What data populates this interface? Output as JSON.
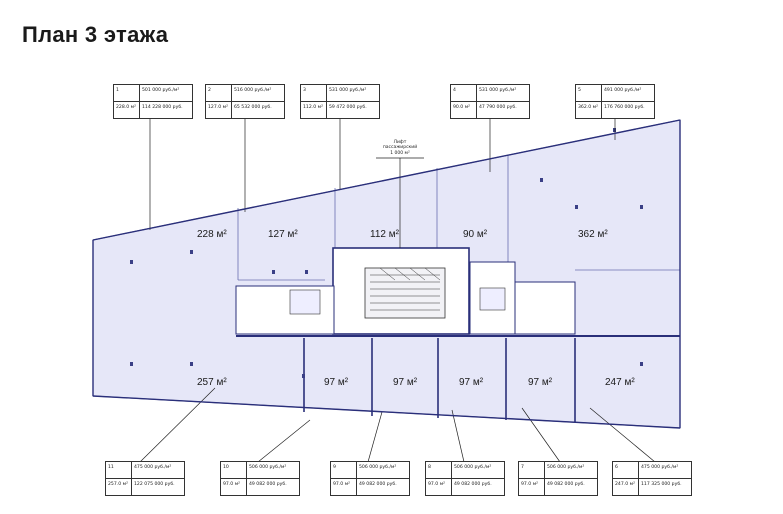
{
  "title": "План 3 этажа",
  "lift_note": {
    "line1": "Лифт",
    "line2": "пассажирский",
    "line3": "1 000 м²"
  },
  "areas": {
    "a1": "228 м²",
    "a2": "127 м²",
    "a3": "112 м²",
    "a4": "90 м²",
    "a5": "362 м²",
    "a6": "257 м²",
    "a7": "97 м²",
    "a8": "97 м²",
    "a9": "97 м²",
    "a10": "97 м²",
    "a11": "247 м²"
  },
  "cards_top": [
    {
      "num": "1",
      "price": "501 000 руб./м²",
      "area": "228.0 м²",
      "total": "114 228 000 руб."
    },
    {
      "num": "2",
      "price": "516 000 руб./м²",
      "area": "127.0 м²",
      "total": "65 532 000 руб."
    },
    {
      "num": "3",
      "price": "531 000 руб./м²",
      "area": "112.0 м²",
      "total": "59 472 000 руб."
    },
    {
      "num": "4",
      "price": "531 000 руб./м²",
      "area": "90.0 м²",
      "total": "47 790 000 руб."
    },
    {
      "num": "5",
      "price": "491 000 руб./м²",
      "area": "362.0 м²",
      "total": "176 760 000 руб."
    }
  ],
  "cards_bottom": [
    {
      "num": "11",
      "price": "475 000 руб./м²",
      "area": "257.0 м²",
      "total": "122 075 000 руб."
    },
    {
      "num": "10",
      "price": "506 000 руб./м²",
      "area": "97.0 м²",
      "total": "49 082 000 руб."
    },
    {
      "num": "9",
      "price": "506 000 руб./м²",
      "area": "97.0 м²",
      "total": "49 082 000 руб."
    },
    {
      "num": "8",
      "price": "506 000 руб./м²",
      "area": "97.0 м²",
      "total": "49 082 000 руб."
    },
    {
      "num": "7",
      "price": "506 000 руб./м²",
      "area": "97.0 м²",
      "total": "49 082 000 руб."
    },
    {
      "num": "6",
      "price": "475 000 руб./м²",
      "area": "247.0 м²",
      "total": "117 325 000 руб."
    }
  ],
  "colors": {
    "unit_fill": "#e6e7f8",
    "wall": "#2a2f7a",
    "line": "#222222",
    "core": "#ffffff"
  }
}
